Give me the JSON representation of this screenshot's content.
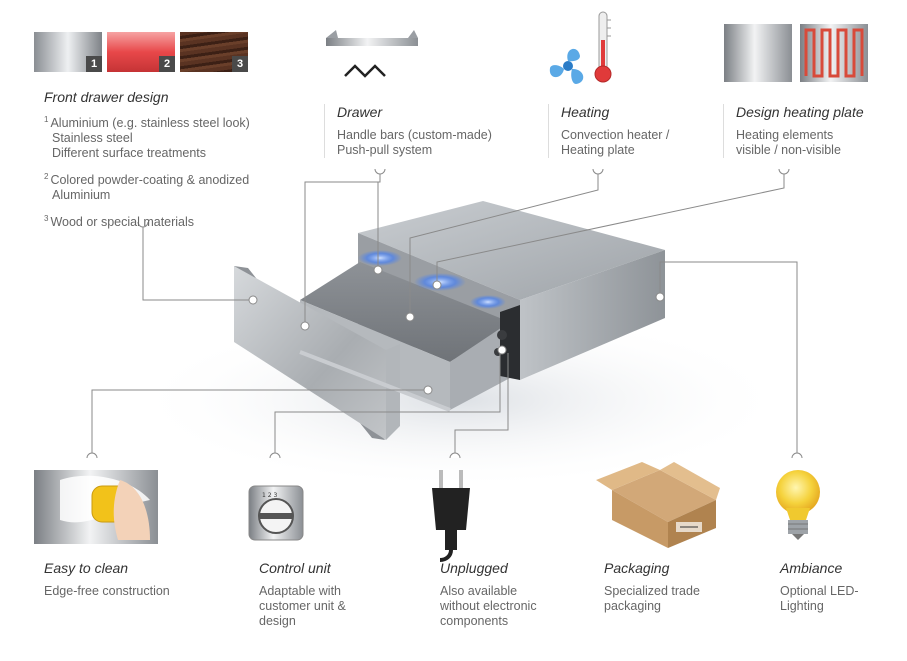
{
  "front_drawer": {
    "title": "Front drawer design",
    "swatch_numbers": [
      "1",
      "2",
      "3"
    ],
    "items": [
      {
        "num": "1",
        "lines": [
          "Aluminium (e.g. stainless steel look)",
          "Stainless steel",
          "Different surface treatments"
        ]
      },
      {
        "num": "2",
        "lines": [
          "Colored powder-coating & anodized",
          "Aluminium"
        ]
      },
      {
        "num": "3",
        "lines": [
          "Wood or special materials"
        ]
      }
    ]
  },
  "drawer": {
    "title": "Drawer",
    "lines": [
      "Handle bars (custom-made)",
      "Push-pull system"
    ]
  },
  "heating": {
    "title": "Heating",
    "lines": [
      "Convection heater /",
      "Heating plate"
    ]
  },
  "design_plate": {
    "title": "Design heating plate",
    "lines": [
      "Heating elements",
      "visible / non-visible"
    ]
  },
  "easy_clean": {
    "title": "Easy to clean",
    "lines": [
      "Edge-free construction"
    ]
  },
  "control_unit": {
    "title": "Control unit",
    "lines": [
      "Adaptable with",
      "customer unit &",
      "design"
    ]
  },
  "unplugged": {
    "title": "Unplugged",
    "lines": [
      "Also available",
      "without electronic",
      "components"
    ]
  },
  "packaging": {
    "title": "Packaging",
    "lines": [
      "Specialized trade",
      "packaging"
    ]
  },
  "ambiance": {
    "title": "Ambiance",
    "lines": [
      "Optional LED-",
      "Lighting"
    ]
  },
  "colors": {
    "line": "#8a8a8a",
    "swatch_red": "#e8484a",
    "swatch_wood": "#4a2a1c",
    "bulb": "#f5d23c",
    "led": "#3a7bff"
  }
}
